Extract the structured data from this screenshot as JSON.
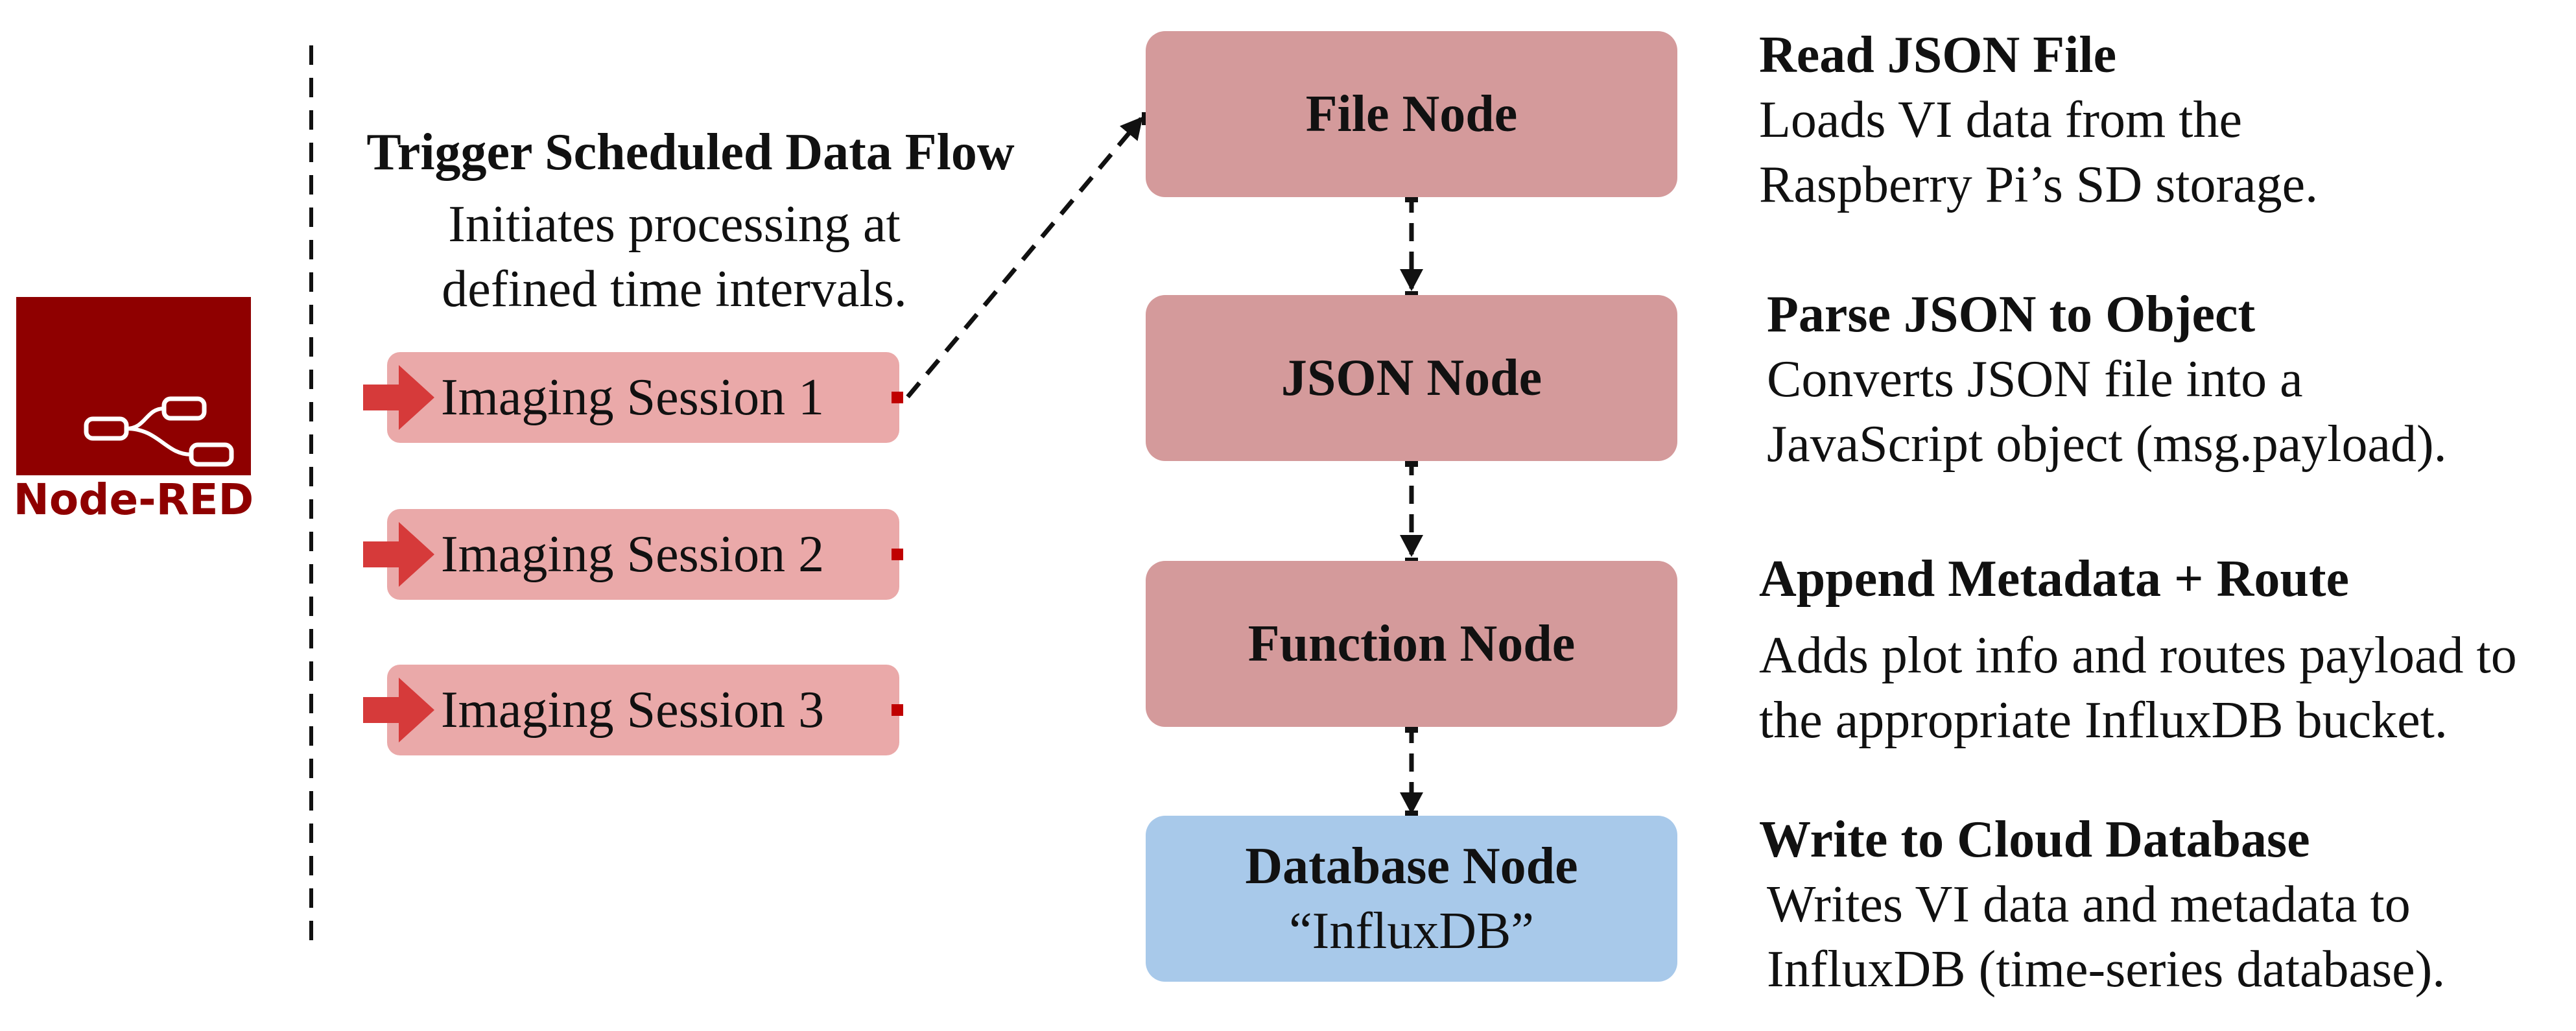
{
  "logo": {
    "name": "Node-RED",
    "color": "#8f0000"
  },
  "trigger": {
    "title": "Trigger Scheduled Data Flow",
    "description_lines": [
      "Initiates processing at",
      "defined time intervals."
    ]
  },
  "sessions": [
    {
      "label": "Imaging Session 1"
    },
    {
      "label": "Imaging Session 2"
    },
    {
      "label": "Imaging Session 3"
    }
  ],
  "nodes": [
    {
      "title": "File Node",
      "subtitle": "",
      "color": "#d49a9b"
    },
    {
      "title": "JSON Node",
      "subtitle": "",
      "color": "#d49a9b"
    },
    {
      "title": "Function Node",
      "subtitle": "",
      "color": "#d49a9b"
    },
    {
      "title": "Database Node",
      "subtitle": "“InfluxDB”",
      "color": "#a8c9ea"
    }
  ],
  "descriptions": [
    {
      "title": "Read JSON File",
      "lines": [
        "Loads VI data from the",
        "Raspberry Pi’s SD storage."
      ]
    },
    {
      "title": "Parse JSON to Object",
      "lines": [
        "Converts JSON file into a",
        "JavaScript object (msg.payload)."
      ]
    },
    {
      "title": "Append Metadata + Route",
      "lines": [
        "Adds plot info and routes payload to",
        "the appropriate InfluxDB bucket."
      ]
    },
    {
      "title": "Write to Cloud Database",
      "lines": [
        "Writes VI data and metadata to",
        "InfluxDB (time-series database)."
      ]
    }
  ],
  "colors": {
    "session_fill": "#eaa9a9",
    "session_arrow": "#d63a3a",
    "port": "#c00000"
  }
}
